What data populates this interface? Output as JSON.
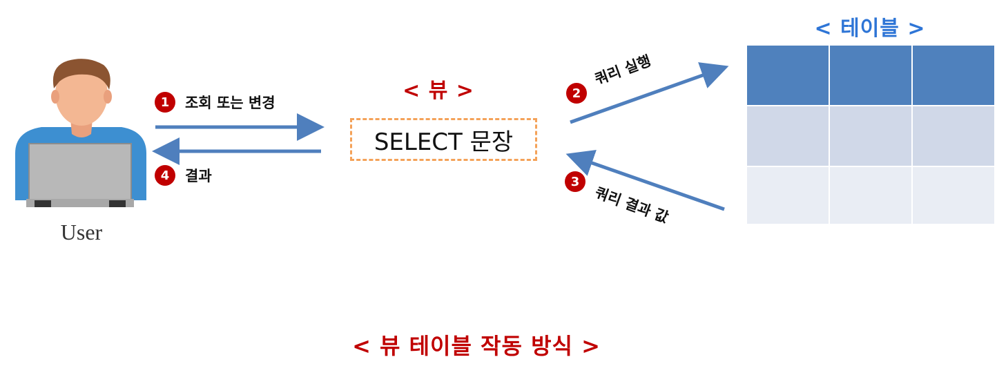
{
  "user": {
    "label": "User"
  },
  "view": {
    "title": "< 뷰 >",
    "statement": "SELECT 문장"
  },
  "table": {
    "title": "< 테이블 >",
    "rows": [
      [
        "",
        "",
        ""
      ],
      [
        "",
        "",
        ""
      ],
      [
        "",
        "",
        ""
      ]
    ]
  },
  "steps": [
    {
      "number": "1",
      "label": "조회 또는 변경"
    },
    {
      "number": "2",
      "label": "쿼리 실행"
    },
    {
      "number": "3",
      "label": "쿼리 결과 값"
    },
    {
      "number": "4",
      "label": "결과"
    }
  ],
  "caption": "< 뷰 테이블 작동 방식 >",
  "colors": {
    "arrow": "#4f7fbd",
    "accent_red": "#c00000",
    "table_title_blue": "#2e75d6",
    "table_header": "#4f81bd",
    "table_row_mid": "#d0d8e8",
    "table_row_light": "#e9edf4",
    "dashed_border": "#f4a259"
  }
}
